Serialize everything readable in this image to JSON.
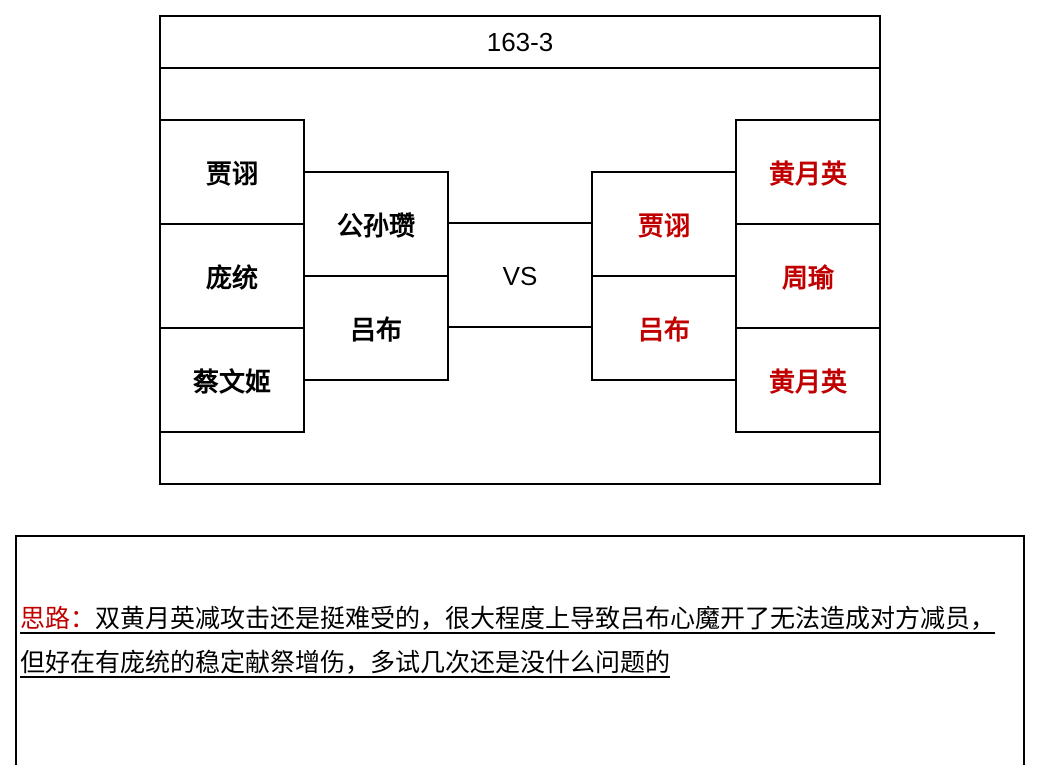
{
  "title": "163-3",
  "vs_label": "VS",
  "left_team": {
    "back_row": [
      "贾诩",
      "庞统",
      "蔡文姬"
    ],
    "front_row": [
      "公孙瓒",
      "吕布"
    ]
  },
  "right_team": {
    "front_row": [
      "贾诩",
      "吕布"
    ],
    "back_row": [
      "黄月英",
      "周瑜",
      "黄月英"
    ]
  },
  "note": {
    "label": "思路：",
    "text": "双黄月英减攻击还是挺难受的，很大程度上导致吕布心魔开了无法造成对方减员，但好在有庞统的稳定献祭增伤，多试几次还是没什么问题的"
  },
  "colors": {
    "right_team_text": "#c00000",
    "note_label": "#c00000"
  }
}
